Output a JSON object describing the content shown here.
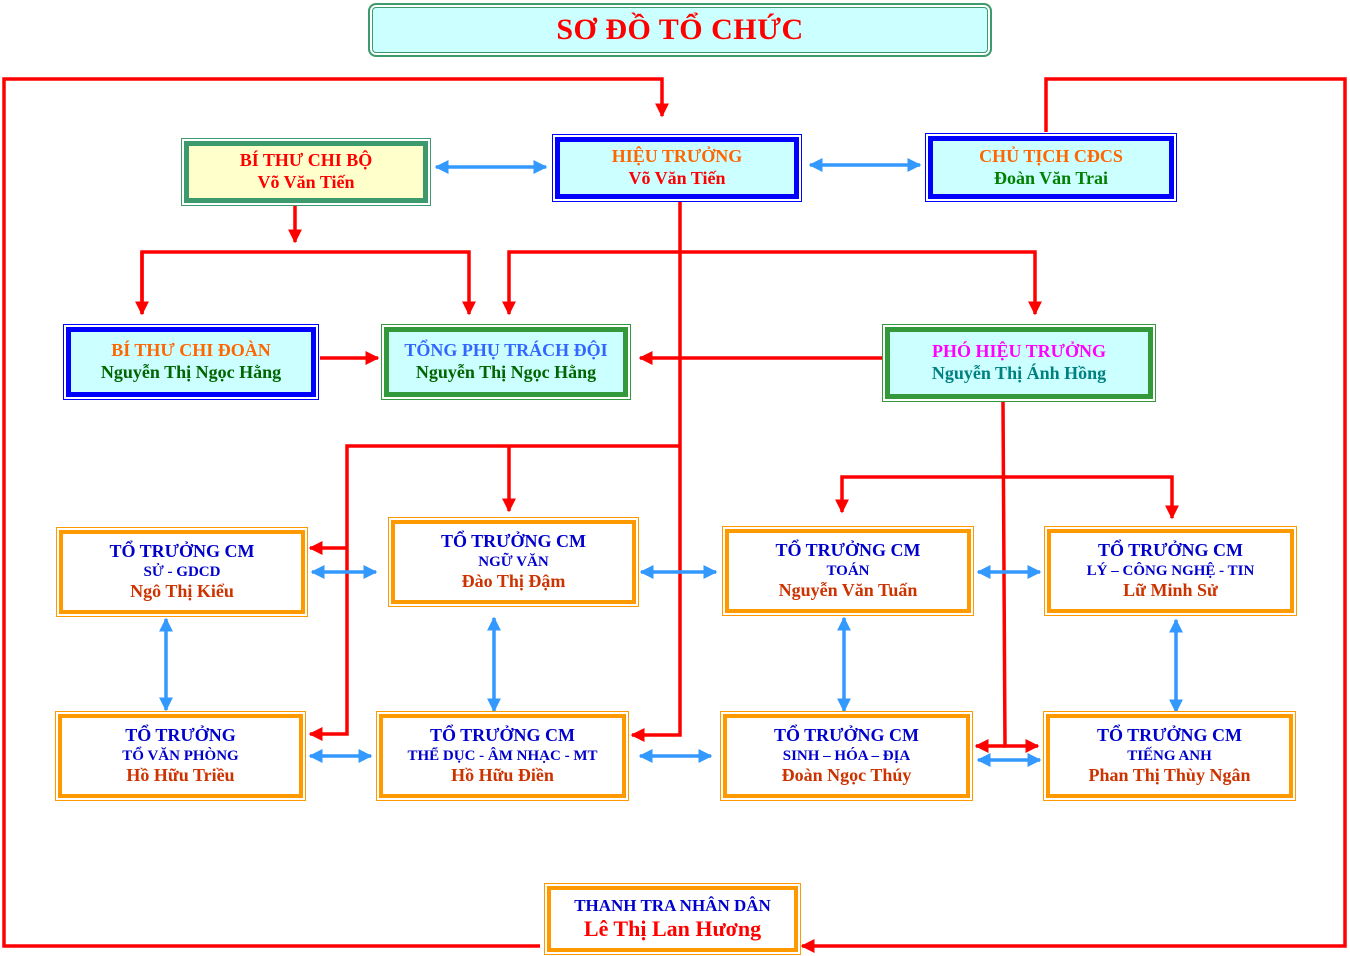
{
  "title": "SƠ ĐỒ TỔ CHỨC",
  "colors": {
    "command_line": "#ff0000",
    "coordination_line": "#3399ff",
    "title_text": "#ff0000"
  },
  "nodes": {
    "bi_thu_chi_bo": {
      "role": "BÍ THƯ CHI BỘ",
      "name": "Võ Văn Tiến"
    },
    "hieu_truong": {
      "role": "HIỆU TRƯỞNG",
      "name": "Võ Văn Tiến"
    },
    "chu_tich_cdcs": {
      "role": "CHỦ TỊCH CĐCS",
      "name": "Đoàn Văn Trai"
    },
    "bi_thu_chi_doan": {
      "role": "BÍ THƯ CHI ĐOÀN",
      "name": "Nguyễn Thị Ngọc Hằng"
    },
    "tong_phu_trach_doi": {
      "role": "TỔNG PHỤ TRÁCH ĐỘI",
      "name": "Nguyễn Thị Ngọc Hằng"
    },
    "pho_hieu_truong": {
      "role": "PHÓ HIỆU TRƯỞNG",
      "name": "Nguyễn Thị Ánh Hồng"
    },
    "to_su_gdcd": {
      "role": "TỔ TRƯỞNG CM",
      "subject": "SỬ - GDCD",
      "name": "Ngô Thị Kiểu"
    },
    "to_ngu_van": {
      "role": "TỔ TRƯỞNG CM",
      "subject": "NGỮ VĂN",
      "name": "Đào Thị Đậm"
    },
    "to_toan": {
      "role": "TỔ TRƯỞNG CM",
      "subject": "TOÁN",
      "name": "Nguyễn Văn Tuấn"
    },
    "to_ly_cn_tin": {
      "role": "TỔ TRƯỞNG CM",
      "subject": "LÝ – CÔNG NGHỆ - TIN",
      "name": "Lữ Minh Sử"
    },
    "to_van_phong": {
      "role": "TỔ TRƯỞNG",
      "subject": "TỔ VĂN PHÒNG",
      "name": "Hồ Hữu Triều"
    },
    "to_the_duc": {
      "role": "TỔ TRƯỞNG CM",
      "subject": "THỂ DỤC - ÂM NHẠC - MT",
      "name": "Hồ Hữu Điền"
    },
    "to_sinh_hoa_dia": {
      "role": "TỔ TRƯỞNG CM",
      "subject": "SINH – HÓA – ĐỊA",
      "name": "Đoàn Ngọc Thúy"
    },
    "to_tieng_anh": {
      "role": "TỔ TRƯỞNG CM",
      "subject": "TIẾNG ANH",
      "name": "Phan Thị Thùy Ngân"
    },
    "thanh_tra": {
      "role": "THANH TRA NHÂN DÂN",
      "name": "Lê Thị Lan Hương"
    }
  },
  "connections": [
    {
      "from": "thanh_tra",
      "to": "hieu_truong",
      "type": "command"
    },
    {
      "from": "chu_tich_cdcs",
      "to": "thanh_tra",
      "type": "command"
    },
    {
      "from": "bi_thu_chi_bo",
      "to": "hieu_truong",
      "type": "coordination"
    },
    {
      "from": "hieu_truong",
      "to": "chu_tich_cdcs",
      "type": "coordination"
    },
    {
      "from": "bi_thu_chi_bo",
      "to": "bi_thu_chi_doan",
      "type": "command"
    },
    {
      "from": "bi_thu_chi_bo",
      "to": "tong_phu_trach_doi",
      "type": "command"
    },
    {
      "from": "hieu_truong",
      "to": "tong_phu_trach_doi",
      "type": "command"
    },
    {
      "from": "hieu_truong",
      "to": "pho_hieu_truong",
      "type": "command"
    },
    {
      "from": "bi_thu_chi_doan",
      "to": "tong_phu_trach_doi",
      "type": "command"
    },
    {
      "from": "pho_hieu_truong",
      "to": "tong_phu_trach_doi",
      "type": "command"
    },
    {
      "from": "hieu_truong",
      "to": "to_su_gdcd",
      "type": "command"
    },
    {
      "from": "hieu_truong",
      "to": "to_ngu_van",
      "type": "command"
    },
    {
      "from": "hieu_truong",
      "to": "to_van_phong",
      "type": "command"
    },
    {
      "from": "hieu_truong",
      "to": "to_the_duc",
      "type": "command"
    },
    {
      "from": "pho_hieu_truong",
      "to": "to_toan",
      "type": "command"
    },
    {
      "from": "pho_hieu_truong",
      "to": "to_ly_cn_tin",
      "type": "command"
    },
    {
      "from": "pho_hieu_truong",
      "to": "to_sinh_hoa_dia",
      "type": "command"
    },
    {
      "from": "pho_hieu_truong",
      "to": "to_tieng_anh",
      "type": "command"
    },
    {
      "from": "to_su_gdcd",
      "to": "to_ngu_van",
      "type": "coordination"
    },
    {
      "from": "to_ngu_van",
      "to": "to_toan",
      "type": "coordination"
    },
    {
      "from": "to_toan",
      "to": "to_ly_cn_tin",
      "type": "coordination"
    },
    {
      "from": "to_van_phong",
      "to": "to_the_duc",
      "type": "coordination"
    },
    {
      "from": "to_the_duc",
      "to": "to_sinh_hoa_dia",
      "type": "coordination"
    },
    {
      "from": "to_sinh_hoa_dia",
      "to": "to_tieng_anh",
      "type": "coordination"
    },
    {
      "from": "to_su_gdcd",
      "to": "to_van_phong",
      "type": "coordination"
    },
    {
      "from": "to_ngu_van",
      "to": "to_the_duc",
      "type": "coordination"
    },
    {
      "from": "to_toan",
      "to": "to_sinh_hoa_dia",
      "type": "coordination"
    },
    {
      "from": "to_ly_cn_tin",
      "to": "to_tieng_anh",
      "type": "coordination"
    }
  ]
}
